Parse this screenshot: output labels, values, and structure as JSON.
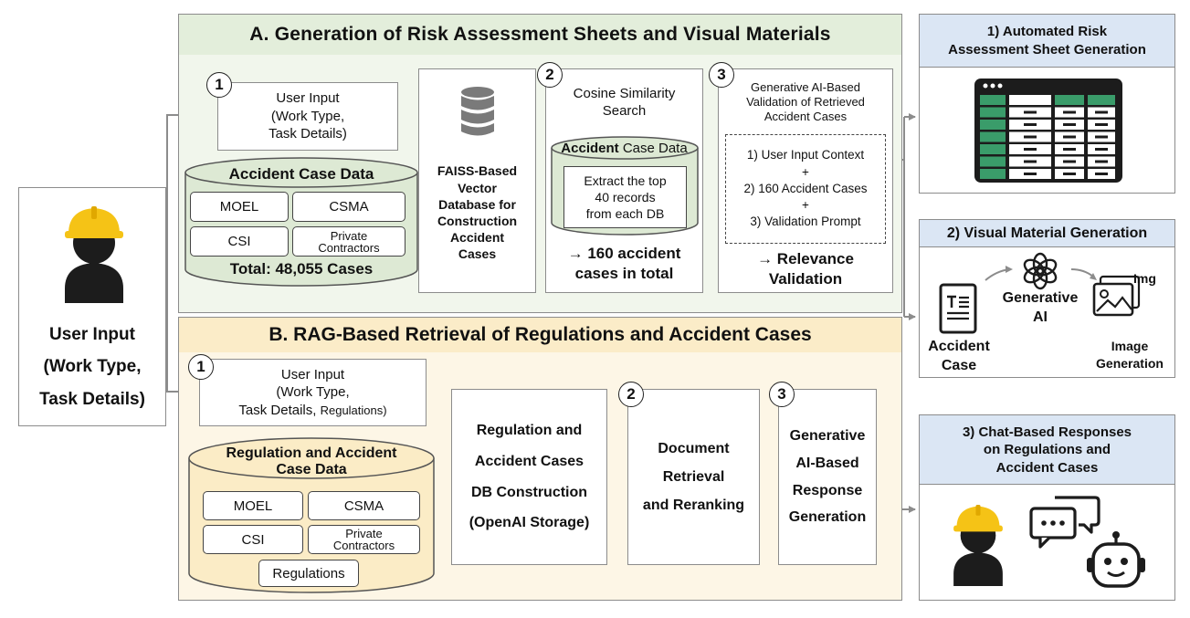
{
  "colors": {
    "section_a_fill": "#f1f6ec",
    "section_a_header": "#e3eedb",
    "section_b_fill": "#fdf6e6",
    "section_b_header": "#fbecc8",
    "db_green": "#dde9d4",
    "db_tan": "#fbecc6",
    "helmet": "#f5c316",
    "person": "#1c1c1c",
    "arrow": "#8c8c8c",
    "output_header": "#dbe6f4",
    "sheet_green": "#3a9c6a"
  },
  "left_user": {
    "icon": "construction-worker-icon",
    "lines": [
      "User Input",
      "(Work Type,",
      "Task Details)"
    ]
  },
  "section_a": {
    "title": "A. Generation of Risk Assessment Sheets and Visual Materials",
    "user_input": {
      "step": "1",
      "lines": [
        "User Input",
        "(Work Type,",
        "Task Details)"
      ]
    },
    "accident_db": {
      "title": "Accident Case Data",
      "sources": [
        {
          "lines": [
            "MOEL"
          ]
        },
        {
          "lines": [
            "CSMA"
          ]
        },
        {
          "lines": [
            "CSI"
          ]
        },
        {
          "lines": [
            "Private",
            "Contractors"
          ]
        }
      ],
      "total": "Total: 48,055 Cases"
    },
    "faiss": {
      "icon": "database-icon",
      "lines": [
        "FAISS-Based",
        "Vector",
        "Database for",
        "Construction",
        "Accident",
        "Cases"
      ]
    },
    "cosine": {
      "step": "2",
      "title_lines": [
        "Cosine Similarity",
        "Search"
      ],
      "db_title_bold": "Accident",
      "db_title_rest": " Case Data",
      "extract_lines": [
        "Extract the top",
        "40 records",
        "from each DB"
      ],
      "result_lines": [
        "→ 160 accident",
        "cases in total"
      ]
    },
    "validation": {
      "step": "3",
      "title_lines": [
        "Generative AI-Based",
        "Validation of Retrieved",
        "Accident Cases"
      ],
      "items": [
        "1) User Input Context",
        "+",
        "2) 160 Accident Cases",
        "+",
        "3) Validation Prompt"
      ],
      "result_lines": [
        "→ Relevance",
        "Validation"
      ]
    }
  },
  "section_b": {
    "title": "B. RAG-Based Retrieval of Regulations and Accident Cases",
    "user_input": {
      "step": "1",
      "lines": [
        "User Input",
        "(Work Type,"
      ],
      "last_bold": "Task Details, ",
      "last_rest": "Regulations)"
    },
    "reg_db": {
      "title_lines": [
        "Regulation and Accident",
        "Case Data"
      ],
      "sources": [
        {
          "lines": [
            "MOEL"
          ]
        },
        {
          "lines": [
            "CSMA"
          ]
        },
        {
          "lines": [
            "CSI"
          ]
        },
        {
          "lines": [
            "Private",
            "Contractors"
          ]
        }
      ],
      "extra": "Regulations"
    },
    "construction": {
      "lines": [
        "Regulation and",
        "Accident Cases",
        "DB Construction",
        "(OpenAI Storage)"
      ]
    },
    "retrieval": {
      "step": "2",
      "lines": [
        "Document",
        "Retrieval",
        "and Reranking"
      ]
    },
    "response": {
      "step": "3",
      "lines": [
        "Generative",
        "AI-Based",
        "Response",
        "Generation"
      ]
    }
  },
  "outputs": {
    "sheet": {
      "title_lines": [
        "1) Automated Risk",
        "Assessment Sheet Generation"
      ],
      "icon": "spreadsheet-window-icon"
    },
    "visual": {
      "title": "2) Visual Material Generation",
      "accident_lines": [
        "Accident",
        "Case"
      ],
      "ai_lines": [
        "Generative",
        "AI"
      ],
      "img_label": "Img",
      "image_lines": [
        "Image",
        "Generation"
      ],
      "icons": [
        "document-icon",
        "openai-logo-icon",
        "image-icon"
      ]
    },
    "chat": {
      "title_lines": [
        "3) Chat-Based Responses",
        "on Regulations and",
        "Accident Cases"
      ],
      "icons": [
        "construction-worker-icon",
        "chat-bubbles-icon",
        "robot-icon"
      ]
    }
  }
}
